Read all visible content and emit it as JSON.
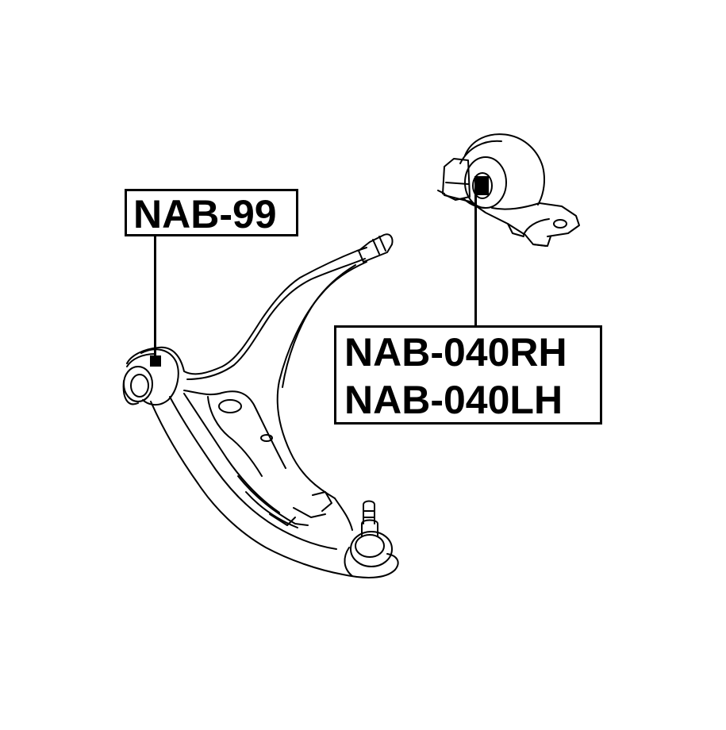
{
  "labels": {
    "part_left": "NAB-99",
    "part_right_1": "NAB-040RH",
    "part_right_2": "NAB-040LH"
  },
  "colors": {
    "ink": "#000000",
    "background": "#ffffff"
  }
}
